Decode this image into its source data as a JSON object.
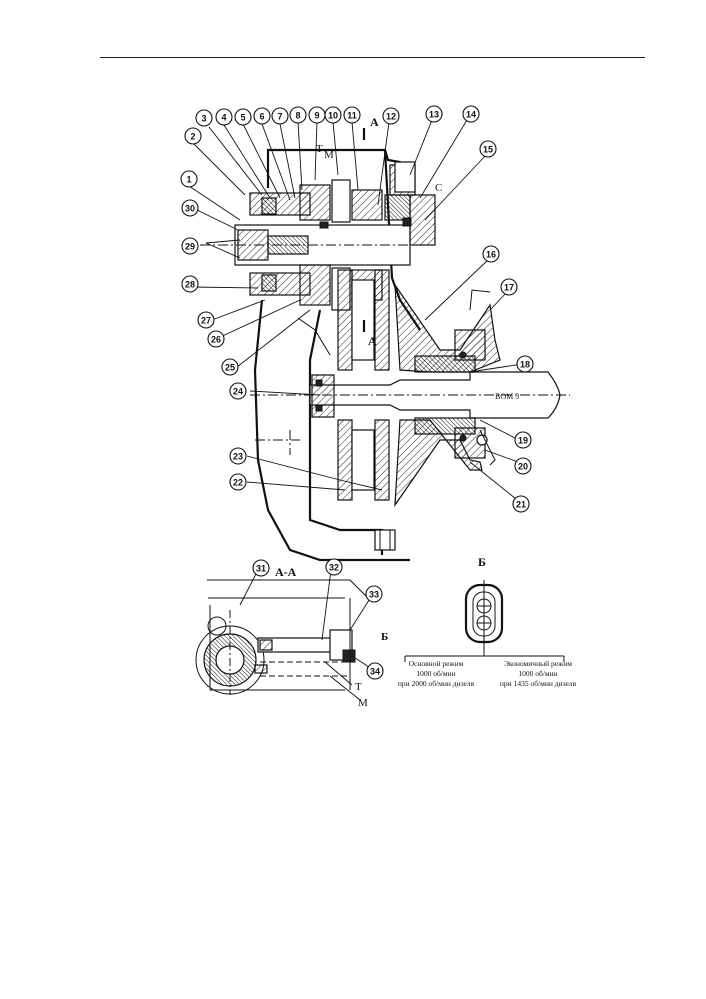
{
  "callouts": [
    "1",
    "2",
    "3",
    "4",
    "5",
    "6",
    "7",
    "8",
    "9",
    "10",
    "11",
    "12",
    "13",
    "14",
    "15",
    "16",
    "17",
    "18",
    "19",
    "20",
    "21",
    "22",
    "23",
    "24",
    "25",
    "26",
    "27",
    "28",
    "29",
    "30",
    "31",
    "32",
    "33",
    "34"
  ],
  "labels": {
    "section_mark_a": "A",
    "letter_t": "T",
    "letter_m": "M",
    "letter_c": "C",
    "shaft_label": "ВОМ 3",
    "view_b_title": "Б",
    "section_aa_title": "А-А",
    "section_b_mark": "Б",
    "t_mark": "Т",
    "m_mark": "М"
  },
  "modes": {
    "main": {
      "line1": "Основной режим",
      "line2": "1000 об/мин",
      "line3": "при 2000 об/мин дизеля"
    },
    "economy": {
      "line1": "Экономичный режим",
      "line2": "1000 об/мин",
      "line3": "при 1435 об/мин дизеля"
    }
  }
}
